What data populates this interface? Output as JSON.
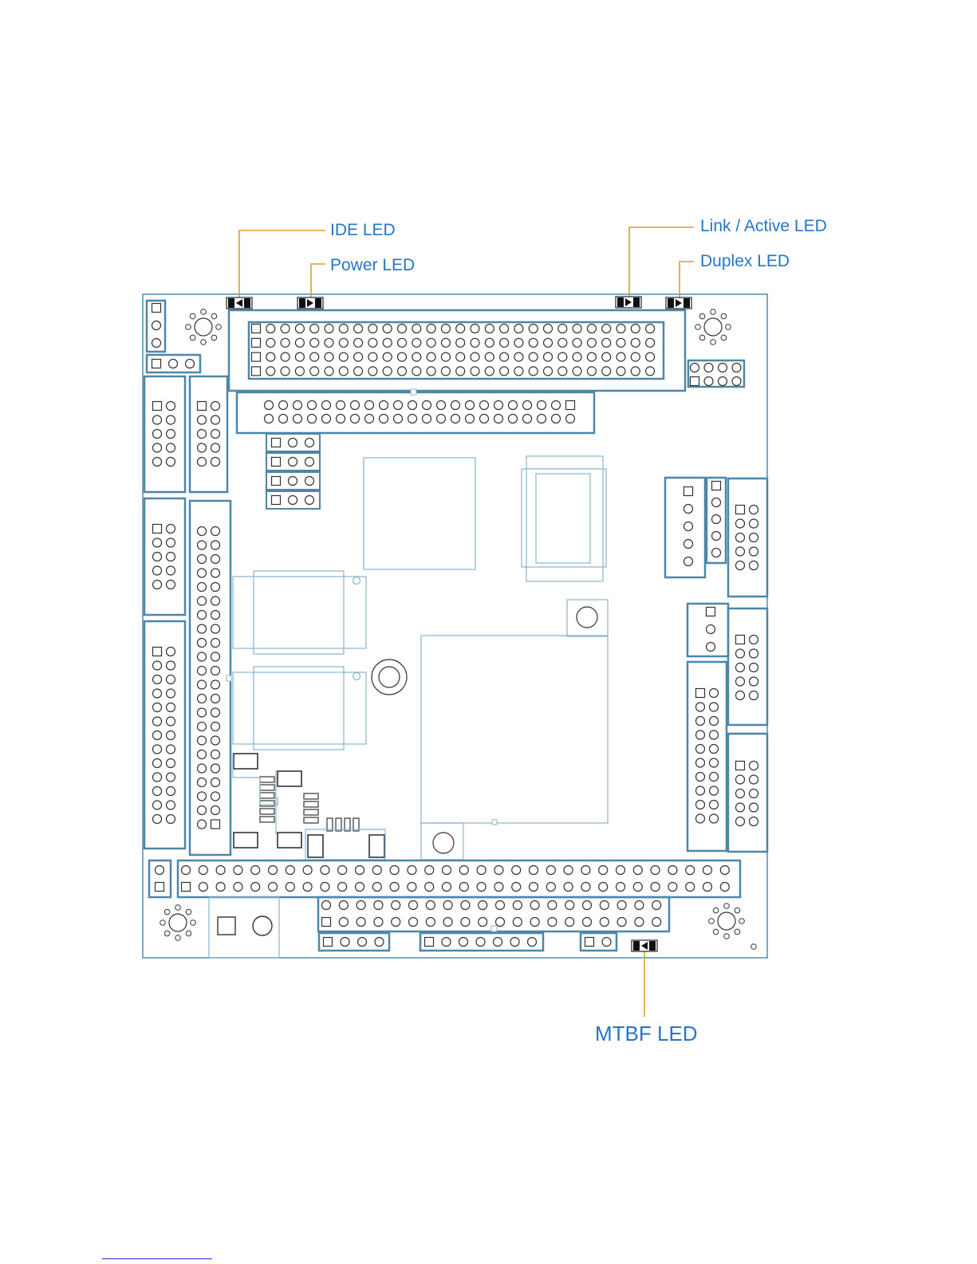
{
  "colors": {
    "board_outline": "#5f93b4",
    "connector": "#4d86a9",
    "thin_outline": "#8ab3cc",
    "led_body": "#111111",
    "leader_line": "#d7a22d",
    "label_text": "#2775c9",
    "footer_rule": "#2a2ad0"
  },
  "leds": [
    {
      "id": "ide",
      "label": "IDE LED",
      "icon": "smd-led-icon"
    },
    {
      "id": "power",
      "label": "Power LED",
      "icon": "smd-led-icon"
    },
    {
      "id": "link_active",
      "label": "Link / Active LED",
      "icon": "smd-led-icon"
    },
    {
      "id": "duplex",
      "label": "Duplex LED",
      "icon": "smd-led-icon"
    },
    {
      "id": "mtbf",
      "label": "MTBF LED",
      "icon": "smd-led-icon"
    }
  ]
}
